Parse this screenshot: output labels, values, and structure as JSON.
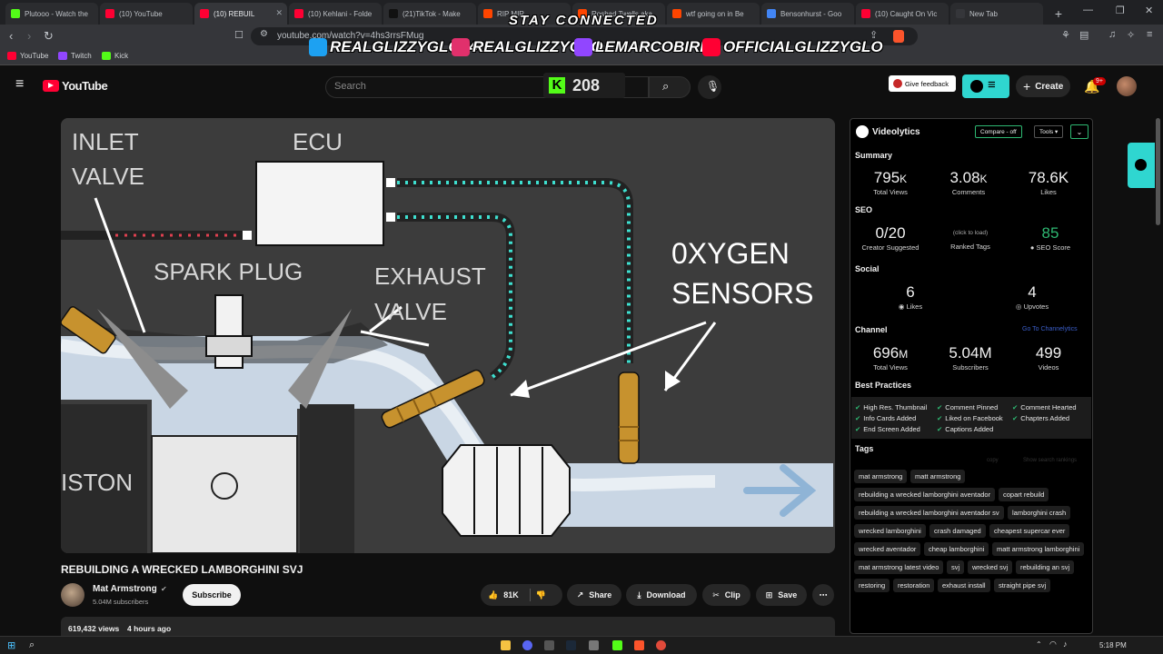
{
  "browser": {
    "tabs": [
      {
        "label": "Plutooo - Watch the",
        "color": "#53fc18",
        "active": false
      },
      {
        "label": "(10) YouTube",
        "color": "#ff0033",
        "active": false
      },
      {
        "label": "(10) REBUIL",
        "color": "#ff0033",
        "active": true
      },
      {
        "label": "(10) Kehlani - Folde",
        "color": "#ff0033",
        "active": false
      },
      {
        "label": "(21)TikTok - Make",
        "color": "#111111",
        "active": false
      },
      {
        "label": "RIP MIR",
        "color": "#ff4500",
        "active": false
      },
      {
        "label": "Roshad Twells aka",
        "color": "#ff4500",
        "active": false
      },
      {
        "label": "wtf going on in Be",
        "color": "#ff4500",
        "active": false
      },
      {
        "label": "Bensonhurst - Goo",
        "color": "#4285f4",
        "active": false
      },
      {
        "label": "(10) Caught On Vic",
        "color": "#ff0033",
        "active": false
      },
      {
        "label": "New Tab",
        "color": "#35363a",
        "active": false
      }
    ],
    "url": "youtube.com/watch?v=4hs3rrsFMug",
    "bookmarks": [
      {
        "label": "YouTube",
        "color": "#ff0033"
      },
      {
        "label": "Twitch",
        "color": "#9146ff"
      },
      {
        "label": "Kick",
        "color": "#53fc18"
      }
    ]
  },
  "overlay": {
    "title": "STAY CONNECTED",
    "socials": [
      {
        "handle": "REALGLIZZYGLO74",
        "icon": "twitter-icon",
        "color": "#1da1f2"
      },
      {
        "handle": "REALGLIZZYGLO",
        "icon": "instagram-icon",
        "color": "#e1306c"
      },
      {
        "handle": "LEMARCOBIRD",
        "icon": "twitch-icon",
        "color": "#9146ff"
      },
      {
        "handle": "OFFICIALGLIZZYGLO",
        "icon": "youtube-icon",
        "color": "#ff0033"
      }
    ],
    "kick_count": "208"
  },
  "youtube": {
    "logo": "YouTube",
    "search_placeholder": "Search",
    "feedback": "Give feedback",
    "create": "Create",
    "notif_count": "9+"
  },
  "video": {
    "labels": {
      "inlet": "INLET\nVALVE",
      "ecu": "ECU",
      "spark": "SPARK PLUG",
      "exhaust": "EXHAUST\nVALVE",
      "oxygen": "0XYGEN\nSENSORS",
      "piston": "ISTON"
    },
    "title": "REBUILDING A WRECKED LAMBORGHINI SVJ",
    "channel": "Mat Armstrong",
    "subscribers": "5.04M subscribers",
    "subscribe": "Subscribe",
    "likes": "81K",
    "share": "Share",
    "download": "Download",
    "clip": "Clip",
    "save": "Save",
    "views": "619,432 views",
    "age": "4 hours ago"
  },
  "videolytics": {
    "name": "Videolytics",
    "compare": "Compare - off",
    "tools": "Tools",
    "summary": {
      "title": "Summary",
      "total_views": "795",
      "total_views_suffix": "K",
      "total_views_label": "Total Views",
      "comments": "3.08",
      "comments_suffix": "K",
      "comments_label": "Comments",
      "likes": "78.6K",
      "likes_label": "Likes"
    },
    "seo": {
      "title": "SEO",
      "creator": "0/20",
      "creator_label": "Creator Suggested",
      "ranked": "(click to load)",
      "ranked_label": "Ranked Tags",
      "score": "85",
      "score_label": "SEO Score"
    },
    "social": {
      "title": "Social",
      "likes": "6",
      "likes_label": "Likes",
      "upvotes": "4",
      "upvotes_label": "Upvotes"
    },
    "channel": {
      "title": "Channel",
      "link": "Go To Channelytics",
      "views": "696",
      "views_suffix": "M",
      "views_label": "Total Views",
      "subs": "5.04M",
      "subs_label": "Subscribers",
      "videos": "499",
      "videos_label": "Videos"
    },
    "best_practices": {
      "title": "Best Practices",
      "items": [
        "High Res. Thumbnail",
        "Comment Pinned",
        "Comment Hearted",
        "Info Cards Added",
        "Liked on Facebook",
        "Chapters Added",
        "End Screen Added",
        "Captions Added"
      ]
    },
    "tags": {
      "title": "Tags",
      "copy": "copy",
      "show": "Show search rankings",
      "items": [
        "mat armstrong",
        "matt armstrong",
        "rebuilding a wrecked lamborghini aventador",
        "copart rebuild",
        "rebuilding a wrecked lamborghini aventador sv",
        "lamborghini crash",
        "wrecked lamborghini",
        "crash damaged",
        "cheapest supercar ever",
        "wrecked aventador",
        "cheap lamborghini",
        "matt armstrong lamborghini",
        "mat armstrong latest video",
        "svj",
        "wrecked svj",
        "rebuilding an svj",
        "restoring",
        "restoration",
        "exhaust install",
        "straight pipe svj"
      ]
    }
  },
  "taskbar": {
    "time": "5:18 PM"
  }
}
